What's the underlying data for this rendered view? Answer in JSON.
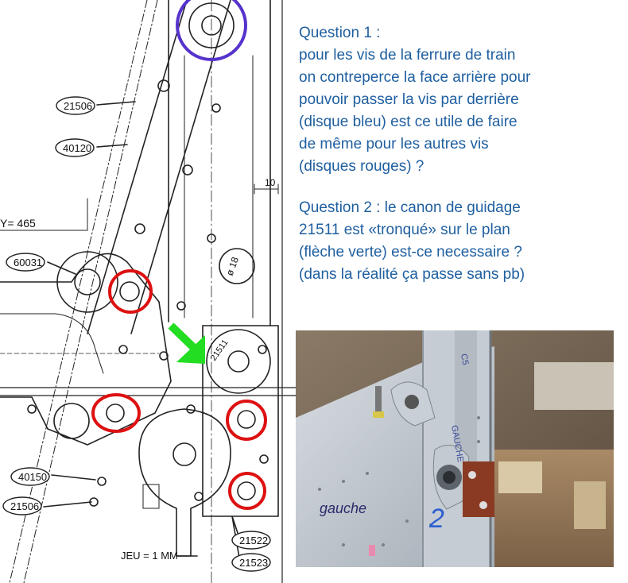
{
  "questions": {
    "q1": "Question 1 :\npour les vis de la ferrure de train\non contreperce la face arrière pour\npouvoir passer la vis par derrière\n (disque bleu) est ce utile de  faire\nde même pour les autres vis\n(disques rouges) ?",
    "q2": "Question 2 : le canon de guidage\n21511 est «tronqué» sur le plan\n(flèche verte) est-ce necessaire ?\n(dans la réalité ça passe sans pb)"
  },
  "drawing": {
    "labels": {
      "p21506a": "21506",
      "p40120": "40120",
      "dim10": "10",
      "y465": "Y= 465",
      "p60031": "60031",
      "d18": "ø 18",
      "p21511": "21511",
      "p40150": "40150",
      "p21506b": "21506",
      "jeu": "JEU = 1 MM",
      "p21522": "21522",
      "p21523": "21523"
    },
    "colors": {
      "blue_circle": "#5533cc",
      "red_circle": "#dd1111",
      "green_arrow": "#22dd22",
      "line": "#222222"
    }
  },
  "photo": {
    "labels": {
      "gauche_side": "GAUCHE",
      "c5": "C5",
      "gauche_hand": "gauche",
      "number": "2"
    }
  }
}
